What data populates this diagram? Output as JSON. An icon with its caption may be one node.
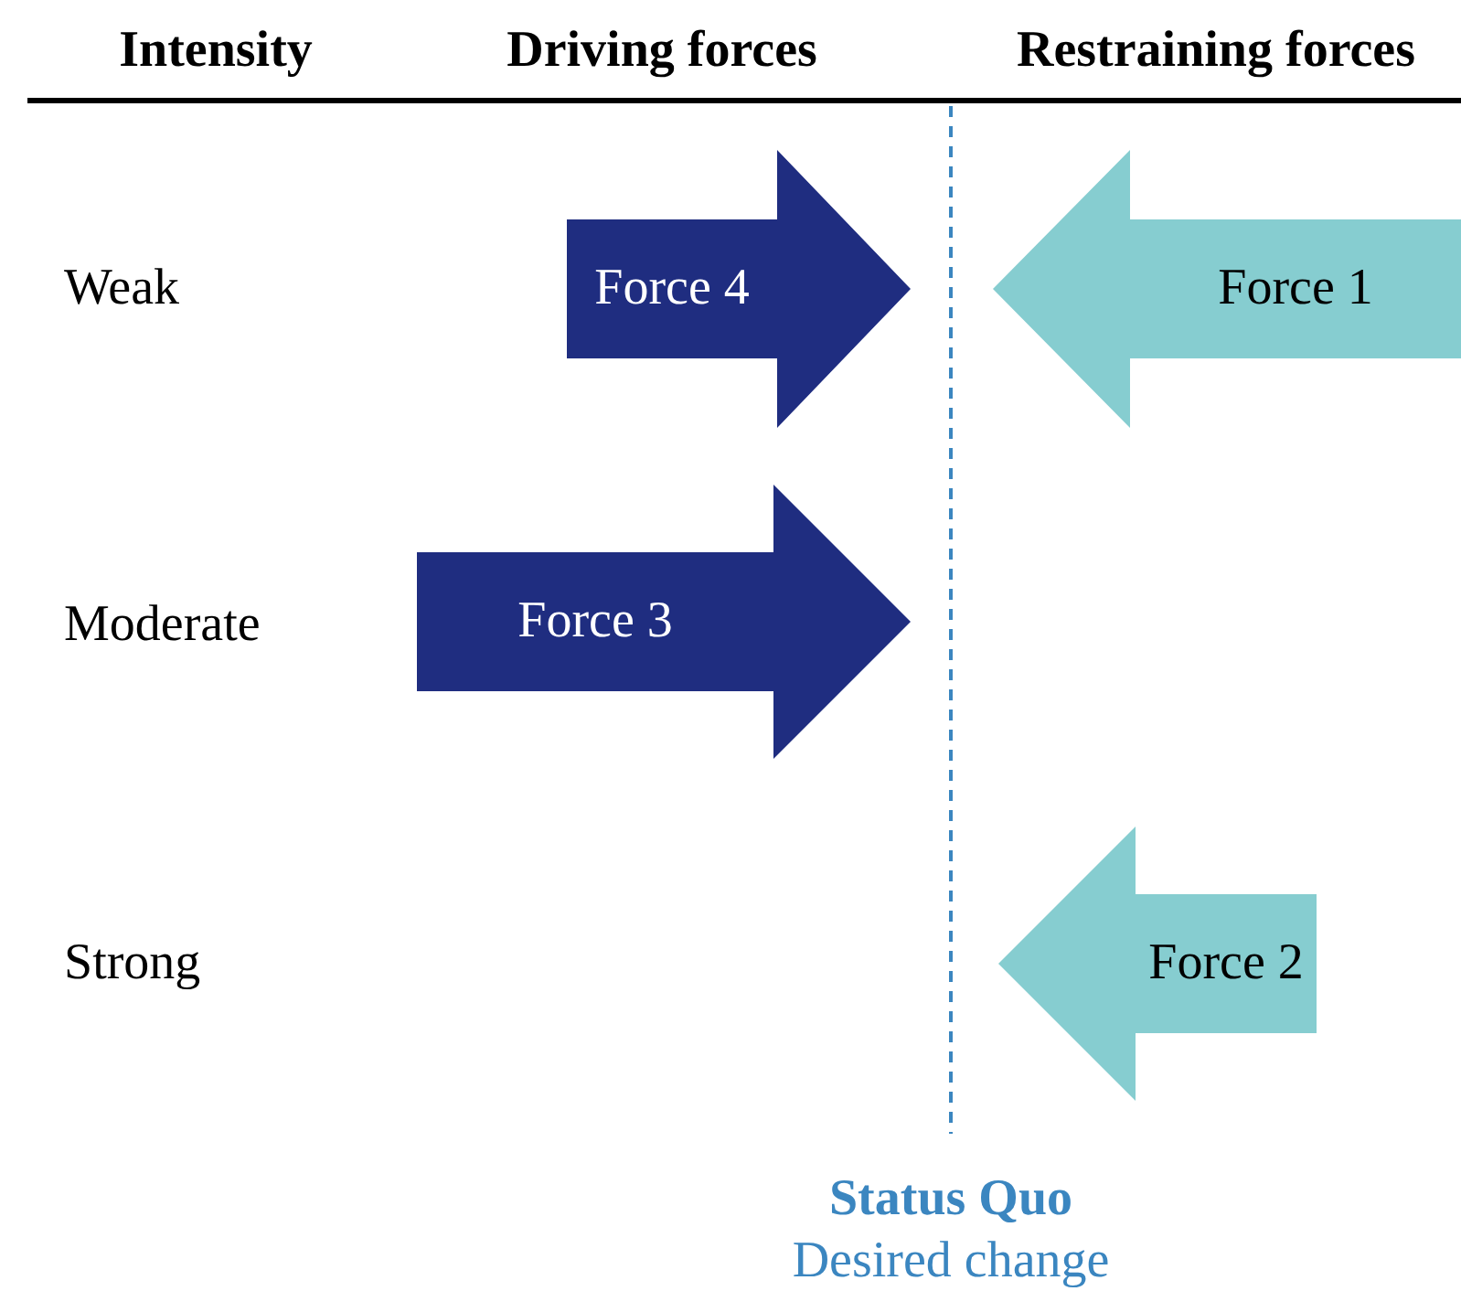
{
  "diagram": {
    "nodes": [
      {
        "text": [
          "Force 4"
        ]
      },
      {
        "text": [
          "Force 1"
        ]
      },
      {
        "text": [
          "Force 3"
        ]
      },
      {
        "text": [
          "Force 2"
        ]
      }
    ],
    "labels": [
      "Intensity",
      "Driving forces",
      "Restraining forces",
      "Weak",
      "Moderate",
      "Strong",
      "Status Quo",
      "Desired change"
    ]
  }
}
